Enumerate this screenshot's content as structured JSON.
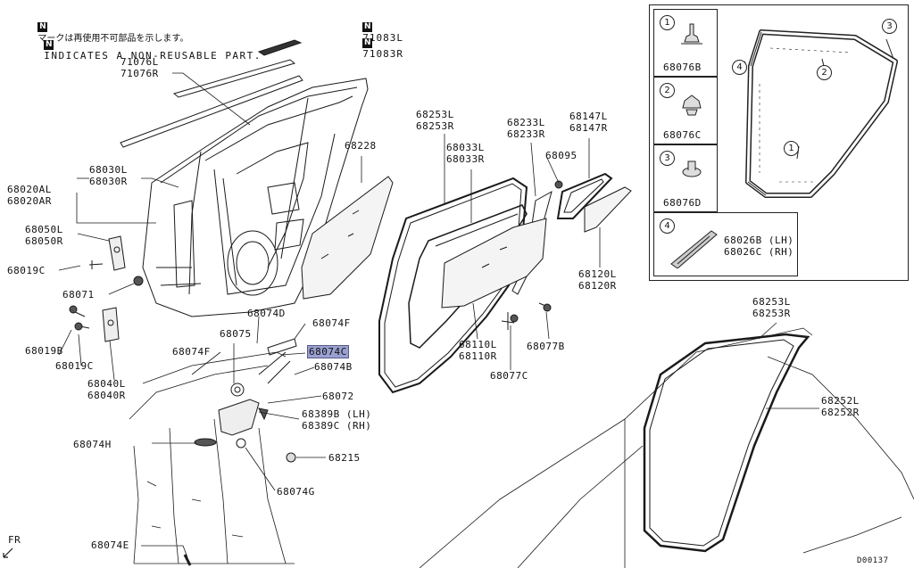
{
  "notes": {
    "jp_text": "マークは再使用不可部品を示します。",
    "en_text": "INDICATES A NON-REUSABLE PART.",
    "n_mark": "N"
  },
  "non_reusable_parts": [
    "71083L",
    "71083R"
  ],
  "labels": {
    "p71076": "71076L\n71076R",
    "p68030": "68030L\n68030R",
    "p68020": "68020AL\n68020AR",
    "p68050": "68050L\n68050R",
    "p68019c_top": "68019C",
    "p68071": "68071",
    "p68019b": "68019B",
    "p68019c_bot": "68019C",
    "p68040": "68040L\n68040R",
    "p68228": "68228",
    "p68253_top": "68253L\n68253R",
    "p68033": "68033L\n68033R",
    "p68233": "68233L\n68233R",
    "p68147": "68147L\n68147R",
    "p68095": "68095",
    "p68120": "68120L\n68120R",
    "p68110": "68110L\n68110R",
    "p68077b": "68077B",
    "p68077c": "68077C",
    "p68074d": "68074D",
    "p68074f_top": "68074F",
    "p68075": "68075",
    "p68074c": "68074C",
    "p68074b": "68074B",
    "p68074f_left": "68074F",
    "p68072": "68072",
    "p68389": "68389B (LH)\n68389C (RH)",
    "p68074h": "68074H",
    "p68215": "68215",
    "p68074g": "68074G",
    "p68074e": "68074E",
    "p68253_right": "68253L\n68253R",
    "p68252": "68252L\n68252R",
    "fr": "FR",
    "code": "D00137"
  },
  "inset": {
    "cells": [
      {
        "num": "1",
        "part": "68076B"
      },
      {
        "num": "2",
        "part": "68076C"
      },
      {
        "num": "3",
        "part": "68076D"
      },
      {
        "num": "4",
        "part": "68026B (LH)\n68026C (RH)"
      }
    ],
    "callouts": [
      "1",
      "2",
      "3",
      "4"
    ]
  },
  "colors": {
    "line": "#1a1a1a",
    "highlight": "#9aa0cf",
    "glass": "#f4f4f4"
  }
}
